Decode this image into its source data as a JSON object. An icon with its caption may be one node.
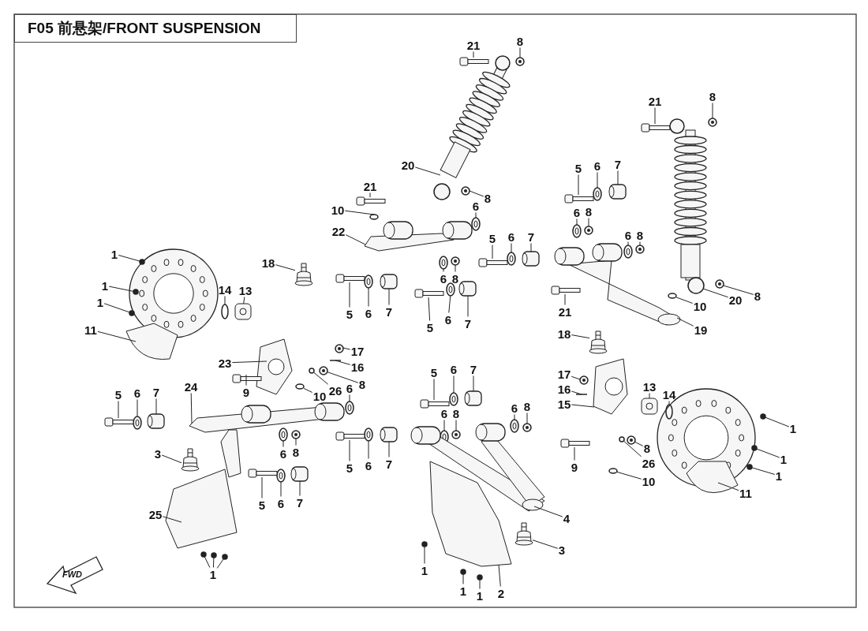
{
  "diagram": {
    "title": "F05 前悬架/FRONT SUSPENSION",
    "nodes": [
      {
        "text": [
          "8"
        ]
      },
      {
        "text": [
          "21"
        ]
      },
      {
        "text": [
          "8"
        ]
      },
      {
        "text": [
          "21"
        ]
      },
      {
        "text": [
          "20"
        ]
      },
      {
        "text": [
          "6"
        ]
      },
      {
        "text": [
          "7"
        ]
      },
      {
        "text": [
          "5"
        ]
      },
      {
        "text": [
          "21"
        ]
      },
      {
        "text": [
          "8"
        ]
      },
      {
        "text": [
          "6"
        ]
      },
      {
        "text": [
          "6"
        ]
      },
      {
        "text": [
          "8"
        ]
      },
      {
        "text": [
          "10"
        ]
      },
      {
        "text": [
          "22"
        ]
      },
      {
        "text": [
          "6"
        ]
      },
      {
        "text": [
          "8"
        ]
      },
      {
        "text": [
          "5"
        ]
      },
      {
        "text": [
          "6"
        ]
      },
      {
        "text": [
          "7"
        ]
      },
      {
        "text": [
          "1"
        ]
      },
      {
        "text": [
          "18"
        ]
      },
      {
        "text": [
          "6"
        ]
      },
      {
        "text": [
          "8"
        ]
      },
      {
        "text": [
          "1"
        ]
      },
      {
        "text": [
          "14"
        ]
      },
      {
        "text": [
          "13"
        ]
      },
      {
        "text": [
          "8"
        ]
      },
      {
        "text": [
          "20"
        ]
      },
      {
        "text": [
          "1"
        ]
      },
      {
        "text": [
          "10"
        ]
      },
      {
        "text": [
          "21"
        ]
      },
      {
        "text": [
          "5"
        ]
      },
      {
        "text": [
          "6"
        ]
      },
      {
        "text": [
          "7"
        ]
      },
      {
        "text": [
          "6"
        ]
      },
      {
        "text": [
          "7"
        ]
      },
      {
        "text": [
          "5"
        ]
      },
      {
        "text": [
          "11"
        ]
      },
      {
        "text": [
          "19"
        ]
      },
      {
        "text": [
          "18"
        ]
      },
      {
        "text": [
          "17"
        ]
      },
      {
        "text": [
          "23"
        ]
      },
      {
        "text": [
          "16"
        ]
      },
      {
        "text": [
          "5"
        ]
      },
      {
        "text": [
          "6"
        ]
      },
      {
        "text": [
          "7"
        ]
      },
      {
        "text": [
          "17"
        ]
      },
      {
        "text": [
          "8"
        ]
      },
      {
        "text": [
          "24"
        ]
      },
      {
        "text": [
          "13"
        ]
      },
      {
        "text": [
          "6"
        ]
      },
      {
        "text": [
          "26"
        ]
      },
      {
        "text": [
          "9"
        ]
      },
      {
        "text": [
          "7"
        ]
      },
      {
        "text": [
          "6"
        ]
      },
      {
        "text": [
          "5"
        ]
      },
      {
        "text": [
          "14"
        ]
      },
      {
        "text": [
          "10"
        ]
      },
      {
        "text": [
          "16"
        ]
      },
      {
        "text": [
          "15"
        ]
      },
      {
        "text": [
          "8"
        ]
      },
      {
        "text": [
          "6"
        ]
      },
      {
        "text": [
          "8"
        ]
      },
      {
        "text": [
          "6"
        ]
      },
      {
        "text": [
          "1"
        ]
      },
      {
        "text": [
          "8"
        ]
      },
      {
        "text": [
          "8"
        ]
      },
      {
        "text": [
          "6"
        ]
      },
      {
        "text": [
          "3"
        ]
      },
      {
        "text": [
          "1"
        ]
      },
      {
        "text": [
          "26"
        ]
      },
      {
        "text": [
          "6"
        ]
      },
      {
        "text": [
          "9"
        ]
      },
      {
        "text": [
          "5"
        ]
      },
      {
        "text": [
          "7"
        ]
      },
      {
        "text": [
          "1"
        ]
      },
      {
        "text": [
          "10"
        ]
      },
      {
        "text": [
          "11"
        ]
      },
      {
        "text": [
          "7"
        ]
      },
      {
        "text": [
          "6"
        ]
      },
      {
        "text": [
          "5"
        ]
      },
      {
        "text": [
          "25"
        ]
      },
      {
        "text": [
          "4"
        ]
      },
      {
        "text": [
          "3"
        ]
      },
      {
        "text": [
          "1"
        ]
      },
      {
        "text": [
          "1"
        ]
      },
      {
        "text": [
          "2"
        ]
      },
      {
        "text": [
          "1"
        ]
      },
      {
        "text": [
          "1"
        ]
      },
      {
        "text": [],
        "shape": "picture"
      },
      {
        "text": [],
        "shape": "picture"
      },
      {
        "text": [],
        "shape": "picture"
      },
      {
        "text": [],
        "shape": "picture"
      },
      {
        "text": [],
        "shape": "picture"
      },
      {
        "text": [],
        "shape": "picture"
      },
      {
        "text": [],
        "shape": "picture"
      },
      {
        "text": [],
        "shape": "picture"
      },
      {
        "text": [],
        "shape": "picture"
      },
      {
        "text": [],
        "shape": "picture"
      },
      {
        "text": [],
        "shape": "picture"
      },
      {
        "text": [],
        "shape": "picture"
      },
      {
        "text": [],
        "shape": "picture"
      },
      {
        "text": [],
        "shape": "circle"
      },
      {
        "text": [],
        "shape": "picture"
      },
      {
        "text": [],
        "shape": "picture"
      },
      {
        "text": [],
        "shape": "picture"
      },
      {
        "text": [],
        "shape": "picture"
      },
      {
        "text": [],
        "shape": "picture"
      },
      {
        "text": [],
        "shape": "picture"
      },
      {
        "text": [],
        "shape": "circle"
      },
      {
        "text": [],
        "shape": "picture"
      },
      {
        "text": [],
        "shape": "picture"
      },
      {
        "text": [],
        "shape": "picture"
      },
      {
        "text": [],
        "shape": "circle"
      },
      {
        "text": [],
        "shape": "circle"
      },
      {
        "text": [],
        "shape": "picture"
      },
      {
        "text": [],
        "shape": "picture"
      },
      {
        "text": [],
        "shape": "picture"
      },
      {
        "text": [],
        "shape": "circle"
      },
      {
        "text": [],
        "shape": "circle"
      },
      {
        "text": [],
        "shape": "picture"
      },
      {
        "text": [],
        "shape": "picture"
      },
      {
        "text": [],
        "shape": "picture"
      },
      {
        "text": [],
        "shape": "picture"
      },
      {
        "text": [],
        "shape": "picture"
      },
      {
        "text": [],
        "shape": "picture"
      },
      {
        "text": [],
        "shape": "picture"
      },
      {
        "text": [],
        "shape": "picture"
      },
      {
        "text": [],
        "shape": "picture"
      },
      {
        "text": [],
        "shape": "picture"
      },
      {
        "text": [],
        "shape": "picture"
      },
      {
        "text": [],
        "shape": "picture"
      },
      {
        "text": [],
        "shape": "picture"
      },
      {
        "text": [],
        "shape": "picture"
      },
      {
        "text": [],
        "shape": "picture"
      },
      {
        "text": [],
        "shape": "picture"
      },
      {
        "text": [],
        "shape": "picture"
      },
      {
        "text": [],
        "shape": "picture"
      },
      {
        "text": [],
        "shape": "picture"
      },
      {
        "text": [],
        "shape": "picture"
      },
      {
        "text": [],
        "shape": "picture"
      },
      {
        "text": [],
        "shape": "circle"
      },
      {
        "text": [],
        "shape": "picture"
      },
      {
        "text": [],
        "shape": "picture"
      },
      {
        "text": [],
        "shape": "picture"
      },
      {
        "text": [],
        "shape": "picture"
      },
      {
        "text": [],
        "shape": "circle"
      },
      {
        "text": [],
        "shape": "circle"
      },
      {
        "text": [],
        "shape": "picture"
      },
      {
        "text": [],
        "shape": "picture"
      },
      {
        "text": [],
        "shape": "picture"
      },
      {
        "text": [],
        "shape": "picture"
      },
      {
        "text": [],
        "shape": "picture"
      },
      {
        "text": [],
        "shape": "picture"
      },
      {
        "text": [],
        "shape": "circle"
      },
      {
        "text": [],
        "shape": "picture"
      },
      {
        "text": [],
        "shape": "picture"
      },
      {
        "text": [],
        "shape": "picture"
      },
      {
        "text": [],
        "shape": "picture"
      },
      {
        "text": [],
        "shape": "circle"
      },
      {
        "text": [],
        "shape": "circle"
      },
      {
        "text": [],
        "shape": "picture"
      },
      {
        "text": [],
        "shape": "picture"
      },
      {
        "text": [],
        "shape": "picture"
      },
      {
        "text": [],
        "shape": "picture"
      },
      {
        "text": [],
        "shape": "circle"
      },
      {
        "text": [],
        "shape": "circle"
      },
      {
        "text": [],
        "shape": "picture"
      },
      {
        "text": [],
        "shape": "picture"
      },
      {
        "text": [],
        "shape": "picture"
      },
      {
        "text": [],
        "shape": "picture"
      },
      {
        "text": [],
        "shape": "picture"
      },
      {
        "text": [],
        "shape": "picture"
      },
      {
        "text": [],
        "shape": "picture"
      },
      {
        "text": [],
        "shape": "circle"
      },
      {
        "text": [],
        "shape": "circle"
      },
      {
        "text": [],
        "shape": "circle"
      },
      {
        "text": [],
        "shape": "circle"
      },
      {
        "text": [],
        "shape": "picture"
      },
      {
        "text": [],
        "shape": "circle"
      },
      {
        "text": [],
        "shape": "circle"
      }
    ],
    "edges": [
      {
        "from": 0,
        "to": 90,
        "arrow": "none"
      },
      {
        "from": 1,
        "to": 91,
        "arrow": "none"
      },
      {
        "from": 2,
        "to": 92,
        "arrow": "none"
      },
      {
        "from": 3,
        "to": 93,
        "arrow": "none"
      },
      {
        "from": 4,
        "to": 94,
        "arrow": "none"
      },
      {
        "from": 5,
        "to": 95,
        "arrow": "none"
      },
      {
        "from": 6,
        "to": 96,
        "arrow": "none"
      },
      {
        "from": 7,
        "to": 97,
        "arrow": "none"
      },
      {
        "from": 8,
        "to": 98,
        "arrow": "none"
      },
      {
        "from": 9,
        "to": 99,
        "arrow": "none"
      },
      {
        "from": 10,
        "to": 100,
        "arrow": "none"
      },
      {
        "from": 11,
        "to": 101,
        "arrow": "none"
      },
      {
        "from": 12,
        "to": 102,
        "arrow": "none"
      },
      {
        "from": 13,
        "to": 103,
        "arrow": "none"
      },
      {
        "from": 14,
        "to": 104,
        "arrow": "none"
      },
      {
        "from": 15,
        "to": 105,
        "arrow": "none"
      },
      {
        "from": 16,
        "to": 106,
        "arrow": "none"
      },
      {
        "from": 17,
        "to": 107,
        "arrow": "none"
      },
      {
        "from": 18,
        "to": 108,
        "arrow": "none"
      },
      {
        "from": 19,
        "to": 109,
        "arrow": "none"
      },
      {
        "from": 20,
        "to": 110,
        "arrow": "none"
      },
      {
        "from": 21,
        "to": 111,
        "arrow": "none"
      },
      {
        "from": 22,
        "to": 112,
        "arrow": "none"
      },
      {
        "from": 23,
        "to": 113,
        "arrow": "none"
      },
      {
        "from": 24,
        "to": 114,
        "arrow": "none"
      },
      {
        "from": 25,
        "to": 115,
        "arrow": "none"
      },
      {
        "from": 26,
        "to": 116,
        "arrow": "none"
      },
      {
        "from": 27,
        "to": 117,
        "arrow": "none"
      },
      {
        "from": 28,
        "to": 118,
        "arrow": "none"
      },
      {
        "from": 29,
        "to": 119,
        "arrow": "none"
      },
      {
        "from": 30,
        "to": 120,
        "arrow": "none"
      },
      {
        "from": 31,
        "to": 121,
        "arrow": "none"
      },
      {
        "from": 32,
        "to": 122,
        "arrow": "none"
      },
      {
        "from": 33,
        "to": 123,
        "arrow": "none"
      },
      {
        "from": 34,
        "to": 124,
        "arrow": "none"
      },
      {
        "from": 35,
        "to": 125,
        "arrow": "none"
      },
      {
        "from": 36,
        "to": 126,
        "arrow": "none"
      },
      {
        "from": 37,
        "to": 127,
        "arrow": "none"
      },
      {
        "from": 38,
        "to": 128,
        "arrow": "none"
      },
      {
        "from": 39,
        "to": 129,
        "arrow": "none"
      },
      {
        "from": 40,
        "to": 130,
        "arrow": "none"
      },
      {
        "from": 41,
        "to": 131,
        "arrow": "none"
      },
      {
        "from": 42,
        "to": 132,
        "arrow": "none"
      },
      {
        "from": 43,
        "to": 133,
        "arrow": "none"
      },
      {
        "from": 44,
        "to": 134,
        "arrow": "none"
      },
      {
        "from": 45,
        "to": 135,
        "arrow": "none"
      },
      {
        "from": 46,
        "to": 136,
        "arrow": "none"
      },
      {
        "from": 47,
        "to": 137,
        "arrow": "none"
      },
      {
        "from": 48,
        "to": 138,
        "arrow": "none"
      },
      {
        "from": 49,
        "to": 139,
        "arrow": "none"
      },
      {
        "from": 50,
        "to": 140,
        "arrow": "none"
      },
      {
        "from": 51,
        "to": 141,
        "arrow": "none"
      },
      {
        "from": 52,
        "to": 142,
        "arrow": "none"
      },
      {
        "from": 53,
        "to": 143,
        "arrow": "none"
      },
      {
        "from": 54,
        "to": 144,
        "arrow": "none"
      },
      {
        "from": 55,
        "to": 145,
        "arrow": "none"
      },
      {
        "from": 56,
        "to": 146,
        "arrow": "none"
      },
      {
        "from": 57,
        "to": 147,
        "arrow": "none"
      },
      {
        "from": 58,
        "to": 148,
        "arrow": "none"
      },
      {
        "from": 59,
        "to": 149,
        "arrow": "none"
      },
      {
        "from": 60,
        "to": 150,
        "arrow": "none"
      },
      {
        "from": 61,
        "to": 151,
        "arrow": "none"
      },
      {
        "from": 62,
        "to": 152,
        "arrow": "none"
      },
      {
        "from": 63,
        "to": 153,
        "arrow": "none"
      },
      {
        "from": 64,
        "to": 154,
        "arrow": "none"
      },
      {
        "from": 65,
        "to": 155,
        "arrow": "none"
      },
      {
        "from": 66,
        "to": 156,
        "arrow": "none"
      },
      {
        "from": 67,
        "to": 157,
        "arrow": "none"
      },
      {
        "from": 68,
        "to": 158,
        "arrow": "none"
      },
      {
        "from": 69,
        "to": 159,
        "arrow": "none"
      },
      {
        "from": 70,
        "to": 160,
        "arrow": "none"
      },
      {
        "from": 71,
        "to": 161,
        "arrow": "none"
      },
      {
        "from": 72,
        "to": 162,
        "arrow": "none"
      },
      {
        "from": 73,
        "to": 163,
        "arrow": "none"
      },
      {
        "from": 74,
        "to": 164,
        "arrow": "none"
      },
      {
        "from": 75,
        "to": 165,
        "arrow": "none"
      },
      {
        "from": 76,
        "to": 166,
        "arrow": "none"
      },
      {
        "from": 77,
        "to": 167,
        "arrow": "none"
      },
      {
        "from": 78,
        "to": 168,
        "arrow": "none"
      },
      {
        "from": 79,
        "to": 169,
        "arrow": "none"
      },
      {
        "from": 80,
        "to": 170,
        "arrow": "none"
      },
      {
        "from": 81,
        "to": 171,
        "arrow": "none"
      },
      {
        "from": 82,
        "to": 172,
        "arrow": "none"
      },
      {
        "from": 83,
        "to": 173,
        "arrow": "none"
      },
      {
        "from": 84,
        "to": 174,
        "arrow": "none"
      },
      {
        "from": 85,
        "to": 175,
        "arrow": "none"
      },
      {
        "from": 86,
        "to": 176,
        "arrow": "none"
      },
      {
        "from": 86,
        "to": 177,
        "arrow": "none"
      },
      {
        "from": 86,
        "to": 178,
        "arrow": "none"
      },
      {
        "from": 87,
        "to": 179,
        "arrow": "none"
      },
      {
        "from": 88,
        "to": 180,
        "arrow": "none"
      },
      {
        "from": 89,
        "to": 181,
        "arrow": "none"
      }
    ],
    "labels": [
      "FWD"
    ]
  }
}
